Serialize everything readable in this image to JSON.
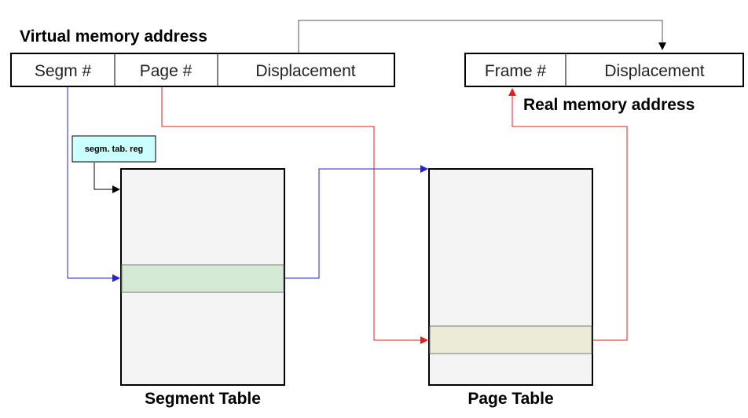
{
  "virtual_address": {
    "title": "Virtual memory address",
    "fields": [
      "Segm #",
      "Page #",
      "Displacement"
    ]
  },
  "real_address": {
    "title": "Real memory address",
    "fields": [
      "Frame #",
      "Displacement"
    ]
  },
  "register": {
    "label": "segm. tab. reg"
  },
  "segment_table": {
    "caption": "Segment Table"
  },
  "page_table": {
    "caption": "Page Table"
  },
  "colors": {
    "segment_link": "#2222dd",
    "page_link": "#dd2222",
    "displacement_link": "#555555",
    "register_fill": "#ccffff",
    "segment_entry_fill": "#d4ead4",
    "page_entry_fill": "#ecebd8",
    "table_fill": "#f4f4f4"
  }
}
